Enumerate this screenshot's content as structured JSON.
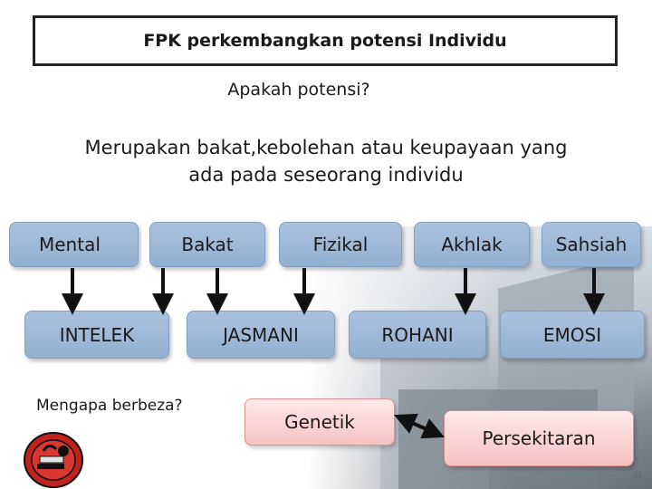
{
  "title": "FPK perkembangkan potensi Individu",
  "subtitle": "Apakah potensi?",
  "definition_line1": "Merupakan bakat,kebolehan atau keupayaan yang",
  "definition_line2": "ada pada seseorang individu",
  "top_row": [
    "Mental",
    "Bakat",
    "Fizikal",
    "Akhlak",
    "Sahsiah"
  ],
  "second_row": [
    "INTELEK",
    "JASMANI",
    "ROHANI",
    "EMOSI"
  ],
  "question": "Mengapa berbeza?",
  "factors": [
    "Genetik",
    "Persekitaran"
  ],
  "colors": {
    "box_fill": "#9db7d7",
    "pink_fill": "#f9d0d0",
    "arrow": "#111111"
  }
}
